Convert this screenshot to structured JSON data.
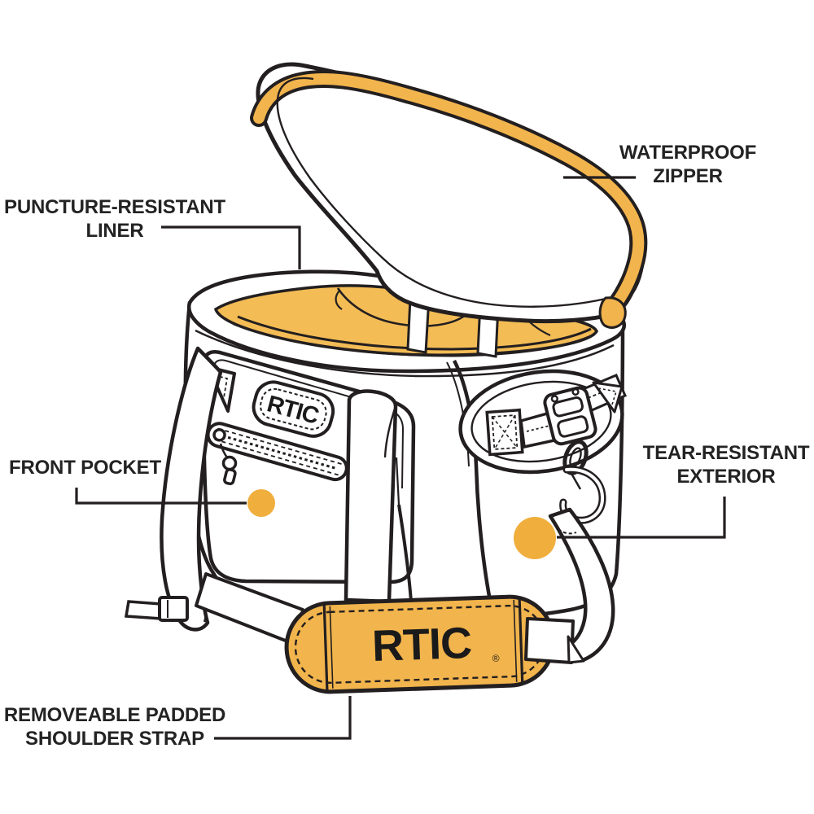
{
  "colors": {
    "background": "#ffffff",
    "line": "#231f20",
    "label_text": "#232323",
    "accent_yellow": "#f0ae3c",
    "pad_yellow": "#f2b44c",
    "interior_yellow": "#f3bc55"
  },
  "logo": {
    "body_patch": "RTIC",
    "shoulder_pad": "RTIC",
    "shoulder_pad_mark": "®"
  },
  "callouts": {
    "waterproof_zipper": {
      "line1": "WATERPROOF",
      "line2": "ZIPPER"
    },
    "puncture_resistant_liner": {
      "line1": "PUNCTURE-RESISTANT",
      "line2": "LINER"
    },
    "front_pocket": {
      "line1": "FRONT POCKET"
    },
    "tear_resistant_exterior": {
      "line1": "TEAR-RESISTANT",
      "line2": "EXTERIOR"
    },
    "removeable_padded_shoulder_strap": {
      "line1": "REMOVEABLE PADDED",
      "line2": "SHOULDER STRAP"
    }
  }
}
